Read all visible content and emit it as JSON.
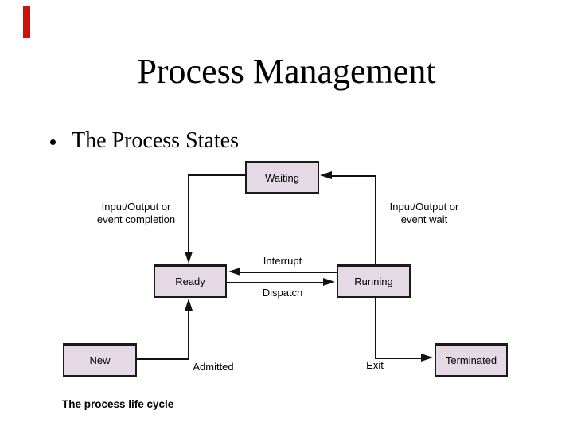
{
  "slide": {
    "title": "Process Management",
    "bullet": "The Process States",
    "caption": "The process life cycle"
  },
  "colors": {
    "accent": "#cc1111",
    "line": "#111111",
    "box-fill": "#e6d9e6",
    "box-border": "#1a1a1a"
  },
  "diagram": {
    "type": "state-diagram",
    "states": [
      {
        "id": "waiting",
        "label": "Waiting"
      },
      {
        "id": "ready",
        "label": "Ready"
      },
      {
        "id": "running",
        "label": "Running"
      },
      {
        "id": "new",
        "label": "New"
      },
      {
        "id": "terminated",
        "label": "Terminated"
      }
    ],
    "transitions": [
      {
        "from": "waiting",
        "to": "ready",
        "label_lines": [
          "Input/Output or",
          "event completion"
        ]
      },
      {
        "from": "running",
        "to": "waiting",
        "label_lines": [
          "Input/Output or",
          "event wait"
        ]
      },
      {
        "from": "running",
        "to": "ready",
        "label_lines": [
          "Interrupt"
        ]
      },
      {
        "from": "ready",
        "to": "running",
        "label_lines": [
          "Dispatch"
        ]
      },
      {
        "from": "new",
        "to": "ready",
        "label_lines": [
          "Admitted"
        ]
      },
      {
        "from": "running",
        "to": "terminated",
        "label_lines": [
          "Exit"
        ]
      }
    ]
  }
}
